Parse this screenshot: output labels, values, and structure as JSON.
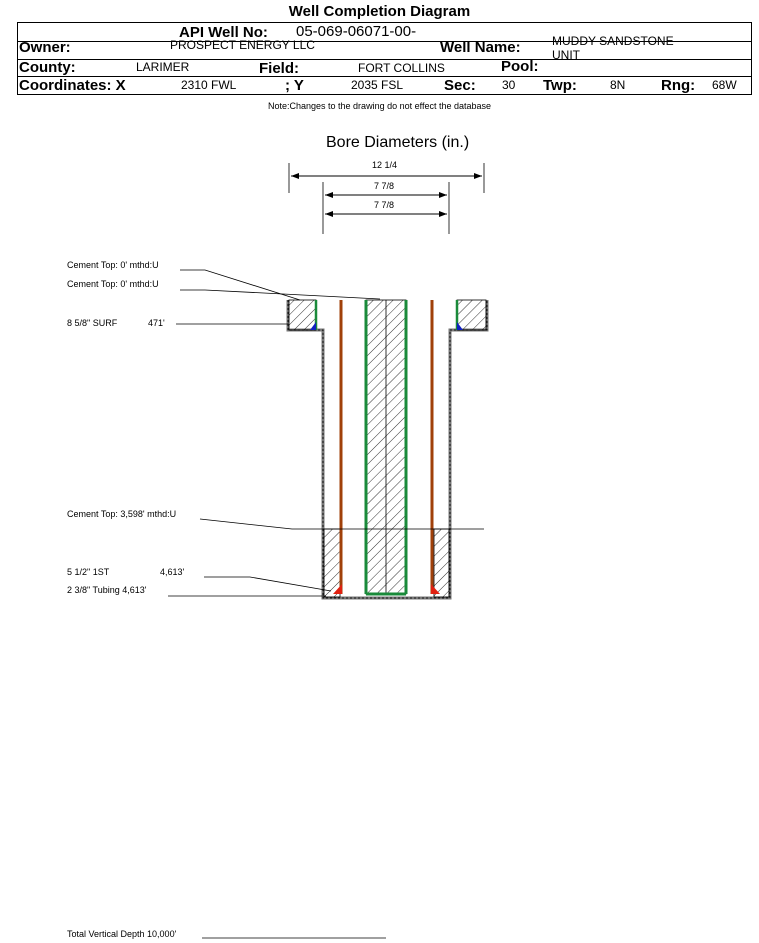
{
  "header": {
    "title": "Well Completion Diagram",
    "api_label": "API Well No:",
    "api_value": "05-069-06071-00-",
    "owner_label": "Owner:",
    "owner_value": "PROSPECT ENERGY LLC",
    "well_name_label": "Well Name:",
    "well_name_line1": "MUDDY SANDSTONE",
    "well_name_line2": "UNIT",
    "county_label": "County:",
    "county_value": "LARIMER",
    "field_label": "Field:",
    "field_value": "FORT COLLINS",
    "pool_label": "Pool:",
    "coord_x_label": "Coordinates: X",
    "coord_x_value": "2310 FWL",
    "coord_y_label": "; Y",
    "coord_y_value": "2035 FSL",
    "sec_label": "Sec:",
    "sec_value": "30",
    "twp_label": "Twp:",
    "twp_value": "8N",
    "rng_label": "Rng:",
    "rng_value": "68W"
  },
  "note": "Note:Changes to the drawing do not effect the database",
  "bore": {
    "title": "Bore Diameters (in.)",
    "diameters": [
      "12 1/4",
      "7 7/8",
      "7 7/8"
    ]
  },
  "callouts": {
    "cement_top_1": "Cement Top: 0' mthd:U",
    "cement_top_2": "Cement Top: 0' mthd:U",
    "surf_casing": "8 5/8\" SURF",
    "surf_depth": "471'",
    "cement_top_3": "Cement Top: 3,598' mthd:U",
    "prod_casing": "5 1/2\" 1ST",
    "prod_depth": "4,613'",
    "tubing": "2 3/8\" Tubing 4,613'",
    "tvd": "Total Vertical Depth 10,000'"
  },
  "colors": {
    "casing_green": "#1a8a3a",
    "tubing_brown": "#a0400a",
    "shoe_red": "#e02010",
    "shoe_blue": "#1020c0"
  }
}
